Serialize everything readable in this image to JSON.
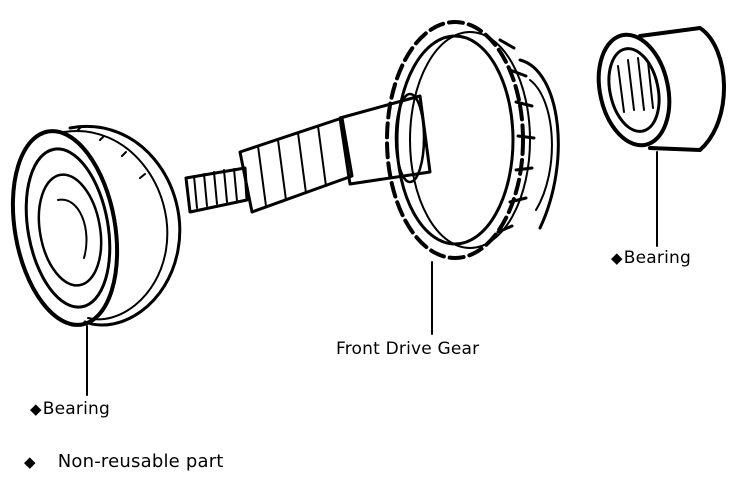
{
  "labels": {
    "left_bearing": "Bearing",
    "right_bearing": "Bearing",
    "gear": "Front Drive Gear",
    "legend_text": "Non-reusable part",
    "marker": "◆"
  }
}
